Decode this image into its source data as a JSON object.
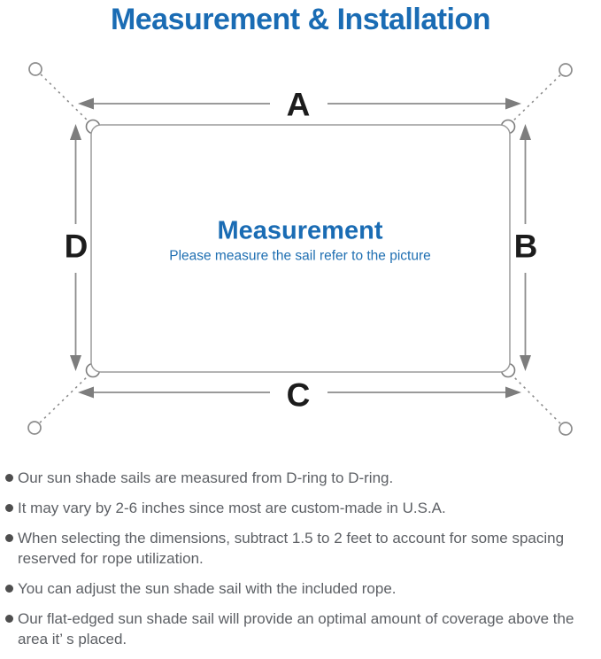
{
  "title": "Measurement & Installation",
  "diagram": {
    "side_labels": {
      "top": "A",
      "right": "B",
      "bottom": "C",
      "left": "D"
    },
    "center_title": "Measurement",
    "center_subtitle": "Please measure the sail refer to the picture"
  },
  "notes": [
    "Our sun shade sails are measured from D-ring to D-ring.",
    "It may vary by 2-6 inches since most are custom-made in U.S.A.",
    "When selecting the dimensions, subtract 1.5 to 2 feet to account for some spacing reserved for rope utilization.",
    "You can adjust the sun shade sail with the included rope.",
    "Our flat-edged sun shade sail will provide an optimal amount of coverage above the area it’ s placed."
  ],
  "colors": {
    "accent_blue": "#1a6cb4",
    "diagram_line_gray": "#8c8c8c",
    "sail_outline_gray": "#9c9c9c",
    "side_label_black": "#1c1c1c",
    "note_text_gray": "#5d6065"
  }
}
